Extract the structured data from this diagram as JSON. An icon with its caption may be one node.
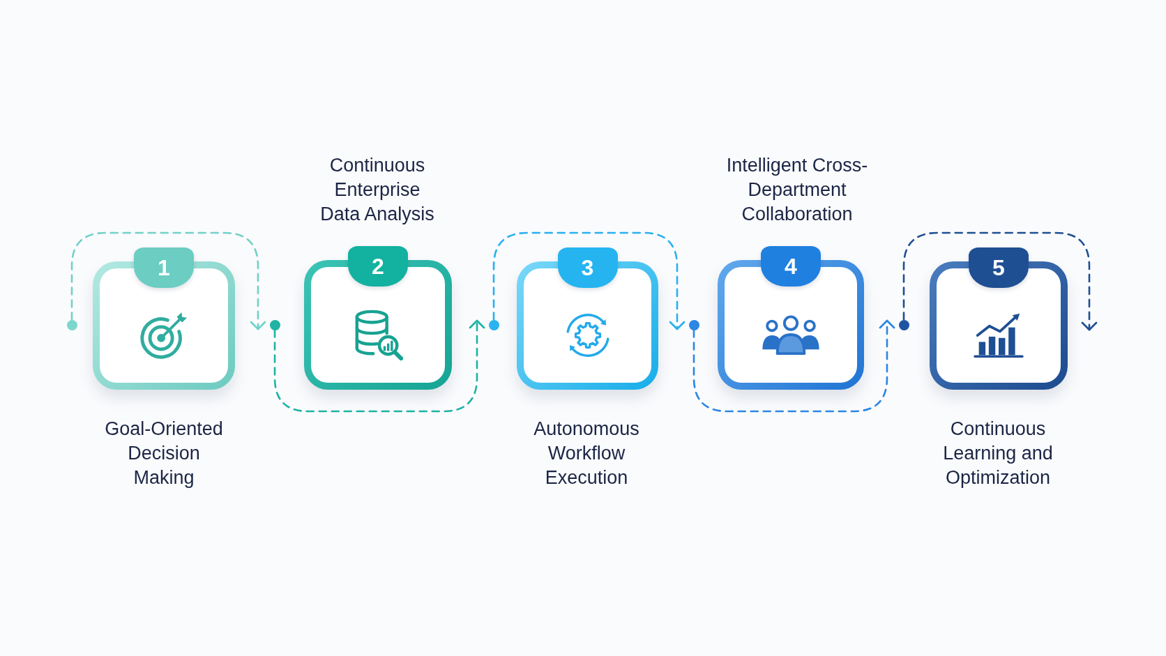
{
  "diagram": {
    "nodes": [
      {
        "text": [],
        "shape": "circle"
      },
      {
        "text": [
          "1",
          "Goal-Oriented Decision Making"
        ]
      },
      {
        "text": [],
        "shape": "circle"
      },
      {
        "text": [
          "Continuous Enterprise Data Analysis",
          "2"
        ]
      },
      {
        "text": [],
        "shape": "circle"
      },
      {
        "text": [
          "3",
          "Autonomous Workflow Execution"
        ]
      },
      {
        "text": [],
        "shape": "circle"
      },
      {
        "text": [
          "Intelligent Cross-Department Collaboration",
          "4"
        ]
      },
      {
        "text": [],
        "shape": "circle"
      },
      {
        "text": [
          "5",
          "Continuous Learning and Optimization"
        ]
      }
    ],
    "edges": [
      {
        "from": 0,
        "to": 2,
        "arrow": "to",
        "style": "dashed",
        "color": "#72d1c7"
      },
      {
        "from": 2,
        "to": 4,
        "arrow": "to",
        "style": "dashed",
        "color": "#1db3a3"
      },
      {
        "from": 4,
        "to": 6,
        "arrow": "to",
        "style": "dashed",
        "color": "#27b0ef"
      },
      {
        "from": 6,
        "to": 8,
        "arrow": "to",
        "style": "dashed",
        "color": "#2b86e3"
      },
      {
        "from": 8,
        "to": 9,
        "arrow": "to",
        "style": "dashed",
        "color": "#1f4f93"
      }
    ]
  }
}
